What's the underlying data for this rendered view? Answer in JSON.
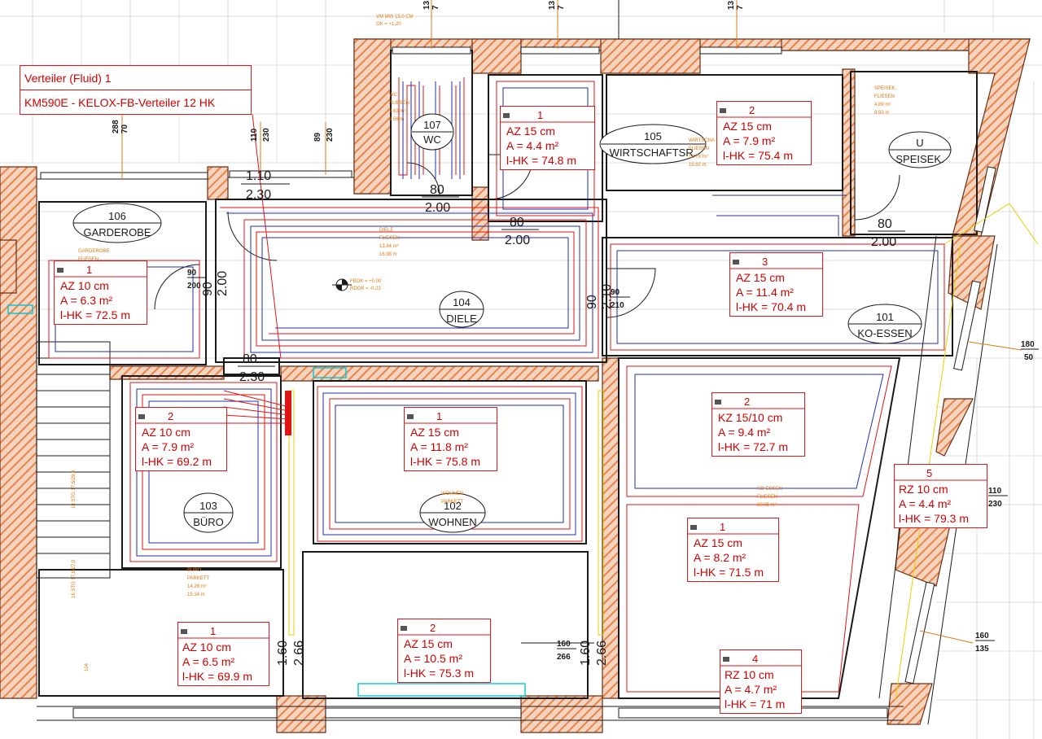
{
  "distributor": {
    "title": "Verteiler (Fluid) 1",
    "subtitle": "KM590E - KELOX-FB-Verteiler 12 HK"
  },
  "rooms": [
    {
      "number": "107",
      "name": "WC"
    },
    {
      "number": "105",
      "name": "WIRTSCHAFTSR."
    },
    {
      "number": "U",
      "name": "SPEISEK."
    },
    {
      "number": "106",
      "name": "GARDEROBE"
    },
    {
      "number": "104",
      "name": "DIELE"
    },
    {
      "number": "101",
      "name": "KO-ESSEN"
    },
    {
      "number": "103",
      "name": "BÜRO"
    },
    {
      "number": "102",
      "name": "WOHNEN"
    }
  ],
  "heating_circuits": [
    {
      "num": "1",
      "az": "AZ 15 cm",
      "area": "A = 4.4 m²",
      "len": "l-HK = 74.8 m"
    },
    {
      "num": "2",
      "az": "AZ 15 cm",
      "area": "A = 7.9 m²",
      "len": "l-HK = 75.4 m"
    },
    {
      "num": "1",
      "az": "AZ 10 cm",
      "area": "A = 6.3 m²",
      "len": "l-HK = 72.5 m"
    },
    {
      "num": "3",
      "az": "AZ 15 cm",
      "area": "A = 11.4 m²",
      "len": "l-HK = 70.4 m"
    },
    {
      "num": "2",
      "az": "AZ 10 cm",
      "area": "A = 7.9 m²",
      "len": "l-HK = 69.2 m"
    },
    {
      "num": "1",
      "az": "AZ 15 cm",
      "area": "A = 11.8 m²",
      "len": "l-HK = 75.8 m"
    },
    {
      "num": "2",
      "az": "KZ 15/10 cm",
      "area": "A = 9.4 m²",
      "len": "l-HK = 72.7 m"
    },
    {
      "num": "5",
      "az": "RZ 10 cm",
      "area": "A = 4.4 m²",
      "len": "l-HK = 79.3 m"
    },
    {
      "num": "1",
      "az": "AZ 15 cm",
      "area": "A = 8.2 m²",
      "len": "l-HK = 71.5 m"
    },
    {
      "num": "1",
      "az": "AZ 10 cm",
      "area": "A = 6.5 m²",
      "len": "l-HK = 69.9 m"
    },
    {
      "num": "2",
      "az": "AZ 15 cm",
      "area": "A = 10.5 m²",
      "len": "l-HK = 75.3 m"
    },
    {
      "num": "4",
      "az": "RZ 10 cm",
      "area": "A = 4.7 m²",
      "len": "l-HK = 71 m"
    }
  ],
  "door_dims": [
    {
      "w": "1.10",
      "h": "2.30"
    },
    {
      "w": "80",
      "h": "2.00"
    },
    {
      "w": "80",
      "h": "2.00"
    },
    {
      "w": "80",
      "h": "2.00"
    },
    {
      "w": "90",
      "h": "2.00"
    },
    {
      "w": "90",
      "h": "2.10"
    },
    {
      "w": "80",
      "h": "2.30"
    },
    {
      "w": "1.60",
      "h": "2.66"
    },
    {
      "w": "1.60",
      "h": "2.66"
    }
  ],
  "window_dims": [
    {
      "w": "288",
      "h": "70"
    },
    {
      "w": "110",
      "h": "230"
    },
    {
      "w": "89",
      "h": "230"
    },
    {
      "w": "180",
      "h": "50"
    },
    {
      "w": "110",
      "h": "230"
    },
    {
      "w": "160",
      "h": "135"
    },
    {
      "w": "160",
      "h": "266"
    },
    {
      "w": "90",
      "h": "210"
    },
    {
      "w": "90",
      "h": "200"
    }
  ],
  "room_notes": [
    {
      "l1": "WC",
      "l2": "FLIESEN",
      "l3": "2.63 m²",
      "l4": "6.56 m"
    },
    {
      "l1": "SPEISEK.",
      "l2": "FLIESEN",
      "l3": "4.89 m²",
      "l4": "8.93 m"
    },
    {
      "l1": "DIELE",
      "l2": "FLIESEN",
      "l3": "13.84 m²",
      "l4": "16.98 m"
    },
    {
      "l1": "GARDEROBE",
      "l2": "FLIESEN",
      "l3": "",
      "l4": ""
    },
    {
      "l1": "KO-ESSEN",
      "l2": "FLIESEN",
      "l3": "38.05 m²",
      "l4": ""
    },
    {
      "l1": "BÜRO",
      "l2": "PARKETT",
      "l3": "14.28 m²",
      "l4": "15.14 m"
    },
    {
      "l1": "WOHNEN",
      "l2": "PARKETT",
      "l3": "",
      "l4": ""
    },
    {
      "l1": "WIRTSCHA",
      "l2": "FLIESEN",
      "l3": "12.76 m²",
      "l4": "15.92 m"
    }
  ],
  "level_marks": {
    "a": "FBOK = +0.00",
    "b": "RDOK = -0.23"
  },
  "top_note": {
    "l1": "VM MW 15,0 CM",
    "l2": "OK = +1,20"
  },
  "stair_notes": {
    "a": "18 STG 17,5/28,0",
    "b": "16 STG 17,8/27,0"
  },
  "edge_marks": {
    "a": "13",
    "b": "7",
    "c": "13",
    "d": "7",
    "e": "13",
    "f": "7",
    "g": "104"
  },
  "colors": {
    "wall_hatch": "#e8834a",
    "heating_red": "#e01515",
    "heating_blue": "#1f2fb0",
    "wall_line": "#1a1a1a"
  }
}
